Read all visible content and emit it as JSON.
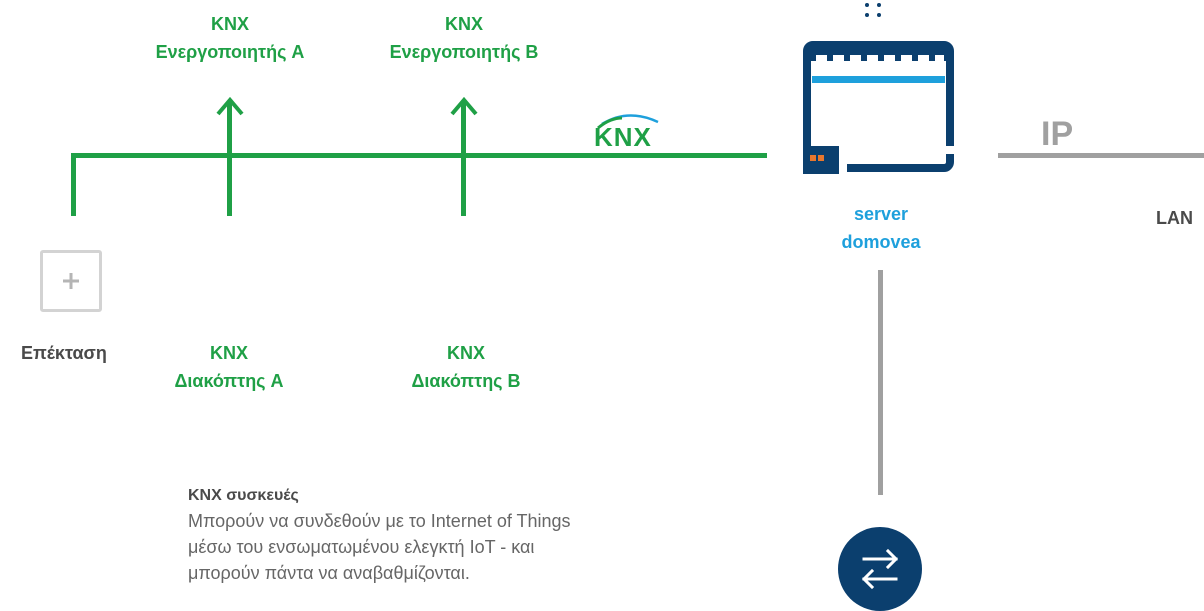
{
  "actuators": [
    {
      "line1": "KNX",
      "line2": "Ενεργοποιητής A"
    },
    {
      "line1": "KNX",
      "line2": "Ενεργοποιητής B"
    }
  ],
  "switches": [
    {
      "line1": "KNX",
      "line2": "Διακόπτης A"
    },
    {
      "line1": "KNX",
      "line2": "Διακόπτης B"
    }
  ],
  "extension_label": "Επέκταση",
  "knx_logo_text": "KNX",
  "server": {
    "line1": "server",
    "line2": "domovea"
  },
  "ip_label": "IP",
  "lan_label": "LAN",
  "info": {
    "title": "KNX συσκευές",
    "lines": [
      "Μπορούν να συνδεθούν με το Internet of Things",
      "μέσω του ενσωματωμένου ελεγκτή IoT - και",
      "μπορούν πάντα να αναβαθμίζονται."
    ]
  },
  "colors": {
    "knx_green": "#1fa046",
    "server_blue": "#1ea0dc",
    "navy": "#0b3f6e",
    "grey": "#a0a0a0"
  }
}
